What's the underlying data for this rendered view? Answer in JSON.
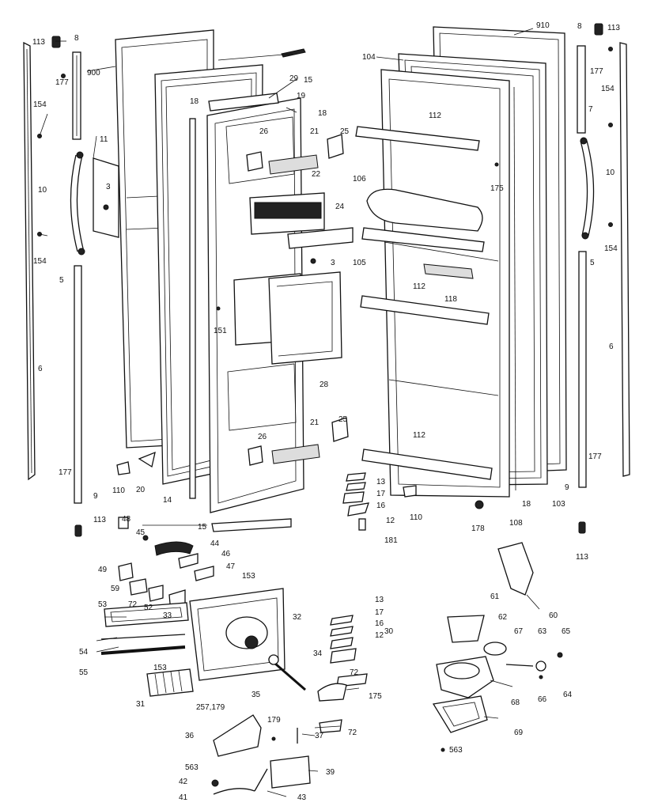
{
  "labels": {
    "l113a": "113",
    "l8a": "8",
    "l900": "900",
    "l177a": "177",
    "l154a": "154",
    "l11": "11",
    "l10a": "10",
    "l3a": "3",
    "l154b": "154",
    "l5a": "5",
    "l6a": "6",
    "l177b": "177",
    "l9a": "9",
    "l113b": "113",
    "l110a": "110",
    "l20": "20",
    "l14": "14",
    "l15a": "15",
    "l29": "29",
    "l15b": "15",
    "l19": "19",
    "l18a": "18",
    "l18b": "18",
    "l26a": "26",
    "l21a": "21",
    "l25a": "25",
    "l22": "22",
    "l24": "24",
    "l3b": "3",
    "l151": "151",
    "l28": "28",
    "l21b": "21",
    "l25b": "25",
    "l26b": "26",
    "l910": "910",
    "l104": "104",
    "l112a": "112",
    "l106": "106",
    "l175a": "175",
    "l105": "105",
    "l112b": "112",
    "l118": "118",
    "l112c": "112",
    "l13a": "13",
    "l17a": "17",
    "l16a": "16",
    "l110b": "110",
    "l12a": "12",
    "l181": "181",
    "l18c": "18",
    "l108": "108",
    "l103": "103",
    "l178": "178",
    "l8b": "8",
    "l113c": "113",
    "l177c": "177",
    "l154c": "154",
    "l7": "7",
    "l10b": "10",
    "l154d": "154",
    "l5b": "5",
    "l6b": "6",
    "l177d": "177",
    "l9b": "9",
    "l113d": "113",
    "l48": "48",
    "l45": "45",
    "l44": "44",
    "l49": "49",
    "l46": "46",
    "l59": "59",
    "l47": "47",
    "l153a": "153",
    "l72a": "72",
    "l52": "52",
    "l53": "53",
    "l33": "33",
    "l32": "32",
    "l54": "54",
    "l55": "55",
    "l153b": "153",
    "l31": "31",
    "l13b": "13",
    "l17b": "17",
    "l16b": "16",
    "l12b": "12",
    "l30": "30",
    "l34": "34",
    "l35": "35",
    "l72b": "72",
    "l175b": "175",
    "l72c": "72",
    "l257": "257,179",
    "l179": "179",
    "l36": "36",
    "l37": "37",
    "l563a": "563",
    "l42": "42",
    "l39": "39",
    "l41": "41",
    "l43": "43",
    "l60": "60",
    "l61": "61",
    "l62": "62",
    "l67": "67",
    "l63": "63",
    "l65": "65",
    "l66": "66",
    "l64": "64",
    "l68": "68",
    "l69": "69",
    "l563b": "563"
  }
}
